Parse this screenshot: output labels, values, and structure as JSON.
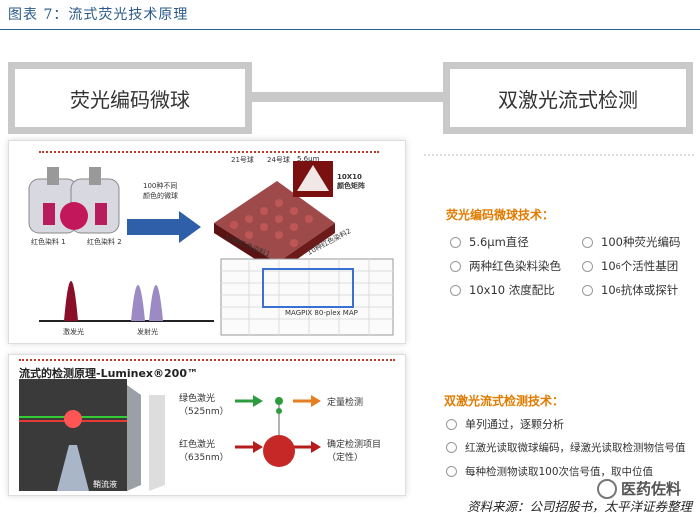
{
  "figure_title": "图表 7：流式荧光技术原理",
  "top": {
    "left_box": "荧光编码微球",
    "right_box": "双激光流式检测"
  },
  "panel1": {
    "dye1": "红色染料 1",
    "dye2": "红色染料 2",
    "arrow_text": "100种不同\n颜色的微球",
    "label_21": "21号球",
    "label_24": "24号球",
    "label_56": "5.6μm",
    "matrix_label": "10X10\n颜色矩阵",
    "axis_dye1": "10种红色染料1",
    "axis_dye2": "10种红色染料2",
    "excite": "激发光",
    "emit": "发射光",
    "map_label": "MAGPIX 80-plex MAP"
  },
  "panel2": {
    "title": "流式的检测原理-Luminex®200™",
    "green_laser": "绿色激光\n（525nm）",
    "red_laser": "红色激光\n（635nm）",
    "quant": "定量检测",
    "qual": "确定检测项目\n（定性）",
    "sheath": "鞘流液"
  },
  "right1": {
    "heading": "荧光编码微球技术：",
    "items": [
      "5.6μm直径",
      "100种荧光编码",
      "两种红色染料染色",
      "个活性基团",
      "10x10 浓度配比",
      "抗体或探针"
    ],
    "exp": "10",
    "pow": "6"
  },
  "right2": {
    "heading": "双激光流式检测技术：",
    "items": [
      "单列通过，逐颗分析",
      "红激光读取微球编码，绿激光读取检测物信号值",
      "每种检测物读取100次信号值，取中位值"
    ]
  },
  "footer": "资料来源：公司招股书，太平洋证券整理",
  "watermark": "医药佐料"
}
